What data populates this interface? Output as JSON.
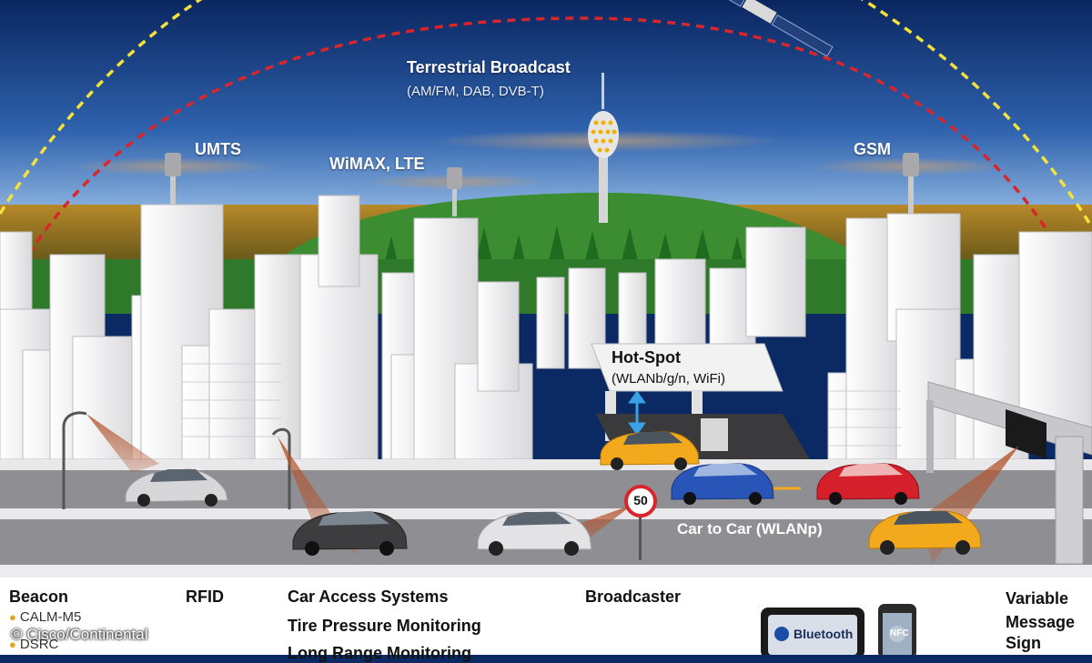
{
  "sky": {
    "terrestrial_title": "Terrestrial Broadcast",
    "terrestrial_sub": "(AM/FM, DAB, DVB-T)",
    "umts": "UMTS",
    "wimax": "WiMAX, LTE",
    "gsm": "GSM"
  },
  "hotspot": {
    "title": "Hot-Spot",
    "sub": "(WLANb/g/n, WiFi)"
  },
  "road": {
    "car_to_car": "Car to Car (WLANp)",
    "speed_limit": "50"
  },
  "bottom": {
    "beacon": "Beacon",
    "beacon_items": [
      "CALM-M5",
      "DSRC"
    ],
    "rfid": "RFID",
    "car_access": "Car Access Systems",
    "tire_pressure": "Tire Pressure Monitoring",
    "long_range": "Long Range Monitoring",
    "broadcaster": "Broadcaster",
    "variable": "Variable",
    "message": "Message",
    "sign": "Sign",
    "bluetooth": "Bluetooth",
    "nfc": "NFC"
  },
  "credit": "© Cisco/Continental",
  "colors": {
    "sky_top": "#0b2a63",
    "sky_bottom": "#9fc3ea",
    "arc_red": "#d8262b",
    "arc_yellow": "#f4e23a",
    "road": "#8f8f93",
    "hill": "#2f7a2a",
    "beam": "#b3542c",
    "car_yellow": "#f2a91c",
    "car_blue": "#2a55b8",
    "car_red": "#d51f2a"
  }
}
